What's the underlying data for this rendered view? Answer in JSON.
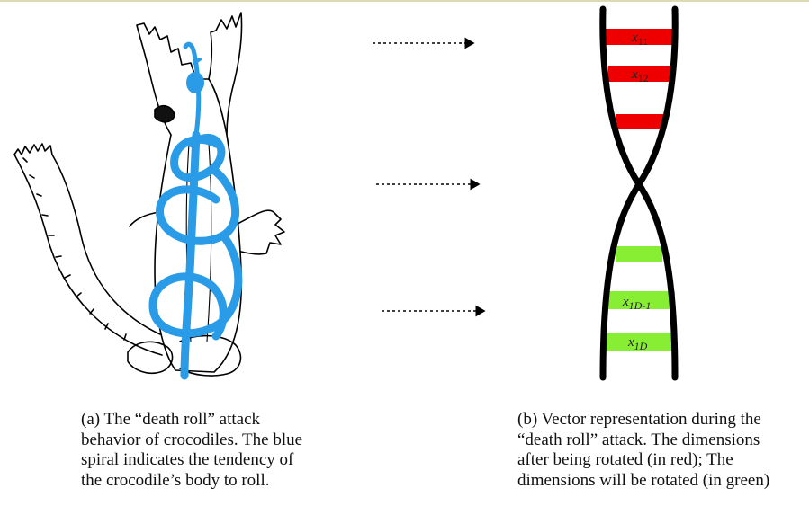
{
  "caption_a": {
    "lines": [
      "(a)  The  “death  roll”  attack",
      "behavior of crocodiles. The blue",
      "spiral  indicates  the  tendency  of",
      "the crocodile’s body to roll."
    ]
  },
  "caption_b": {
    "lines": [
      "(b) Vector representation during the",
      "“death  roll”  attack.  The  dimensions",
      "after  being  rotated  (in  red);  The",
      "dimensions will be rotated (in green)"
    ]
  },
  "helix_labels": {
    "x11": {
      "base": "x",
      "sub": "11"
    },
    "x12": {
      "base": "x",
      "sub": "12"
    },
    "x1D_1": {
      "base": "x",
      "sub": "1D-1"
    },
    "x1D": {
      "base": "x",
      "sub": "1D"
    }
  },
  "colors": {
    "spiral_blue": "#2a9be6",
    "rotated_red": "#ee0000",
    "pending_green": "#88ee33",
    "strand_black": "#000000"
  }
}
